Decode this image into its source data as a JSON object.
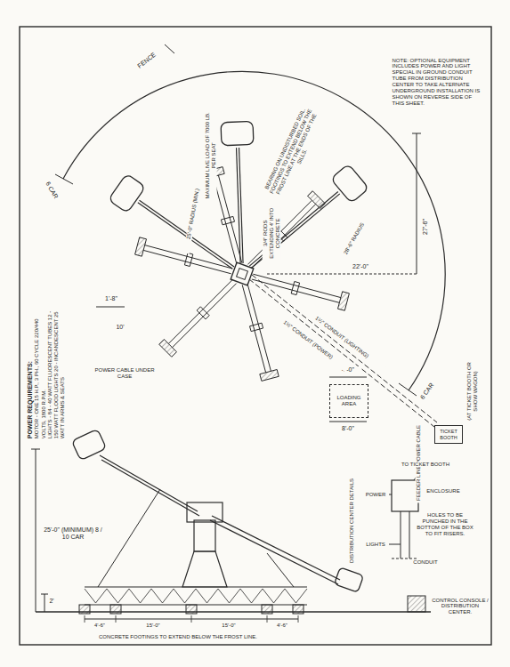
{
  "diagram": {
    "nodes": [
      {
        "text": [
          "LOADING AREA"
        ]
      },
      {
        "text": [
          "TICKET BOOTH"
        ]
      }
    ],
    "labels": [
      "FENCE",
      "6 CAR",
      "25'-0\" RADIUS (MIN.)",
      "MAXIMUM LIVE LOAD OF 7000 LB. PER SEAT",
      "3/4\" RODS EXTENDING 4' INTO CONCRETE",
      "BEARING ON UNDISTURBED SOIL. FOOTINGS TO EXTEND BELOW THE FROST LINE AT THE ENDS OF THE SILLS.",
      "28'-6\" RADIUS",
      "27'-6\"",
      "22'-0\"",
      "4'-0\"",
      "8'-0\"",
      "1½\" CONDUIT (LIGHTING)",
      "1½\" CONDUIT (POWER)",
      "POWER CABLE UNDER CASE",
      "1'-8\"",
      "10'",
      "FEEDER LINE POWER CABLE",
      "(AT TICKET BOOTH OR SHOW WAGON)",
      "6 CAR",
      "NOTE: OPTIONAL EQUIPMENT INCLUDES POWER AND LIGHT SPECIAL IN GROUND CONDUIT TUBE FROM DISTRIBUTION CENTER TO TAKE ALTERNATE UNDERGROUND INSTALLATION IS SHOWN ON REVERSE SIDE OF THIS SHEET.",
      "POWER REQUIREMENTS:",
      "MOTOR - ONE 15 H.P., 3 PH., 60 CYCLE 220/440 VOLTS, 1800 R.P.M.",
      "LIGHTS - 84 - 40 WATT FLUORESCENT TUBES 12 - 150 WATT FLOOD LIGHTS 20 - INCANDESCENT 25 WATT IN ARMS & SEATS",
      "25'-0\" (MINIMUM) 8 / 10 CAR",
      "2'",
      "4'-6\"",
      "15'-0\"",
      "15'-0\"",
      "4'-6\"",
      "CONCRETE FOOTINGS TO EXTEND BELOW THE FROST LINE.",
      "CONTROL CONSOLE / DISTRIBUTION CENTER.",
      "DISTRIBUTION CENTER DETAILS",
      "TO TICKET BOOTH",
      "POWER",
      "LIGHTS",
      "CONDUIT",
      "HOLES TO BE PUNCHED IN THE BOTTOM OF THE BOX TO FIT RISERS.",
      "ENCLOSURE"
    ]
  }
}
